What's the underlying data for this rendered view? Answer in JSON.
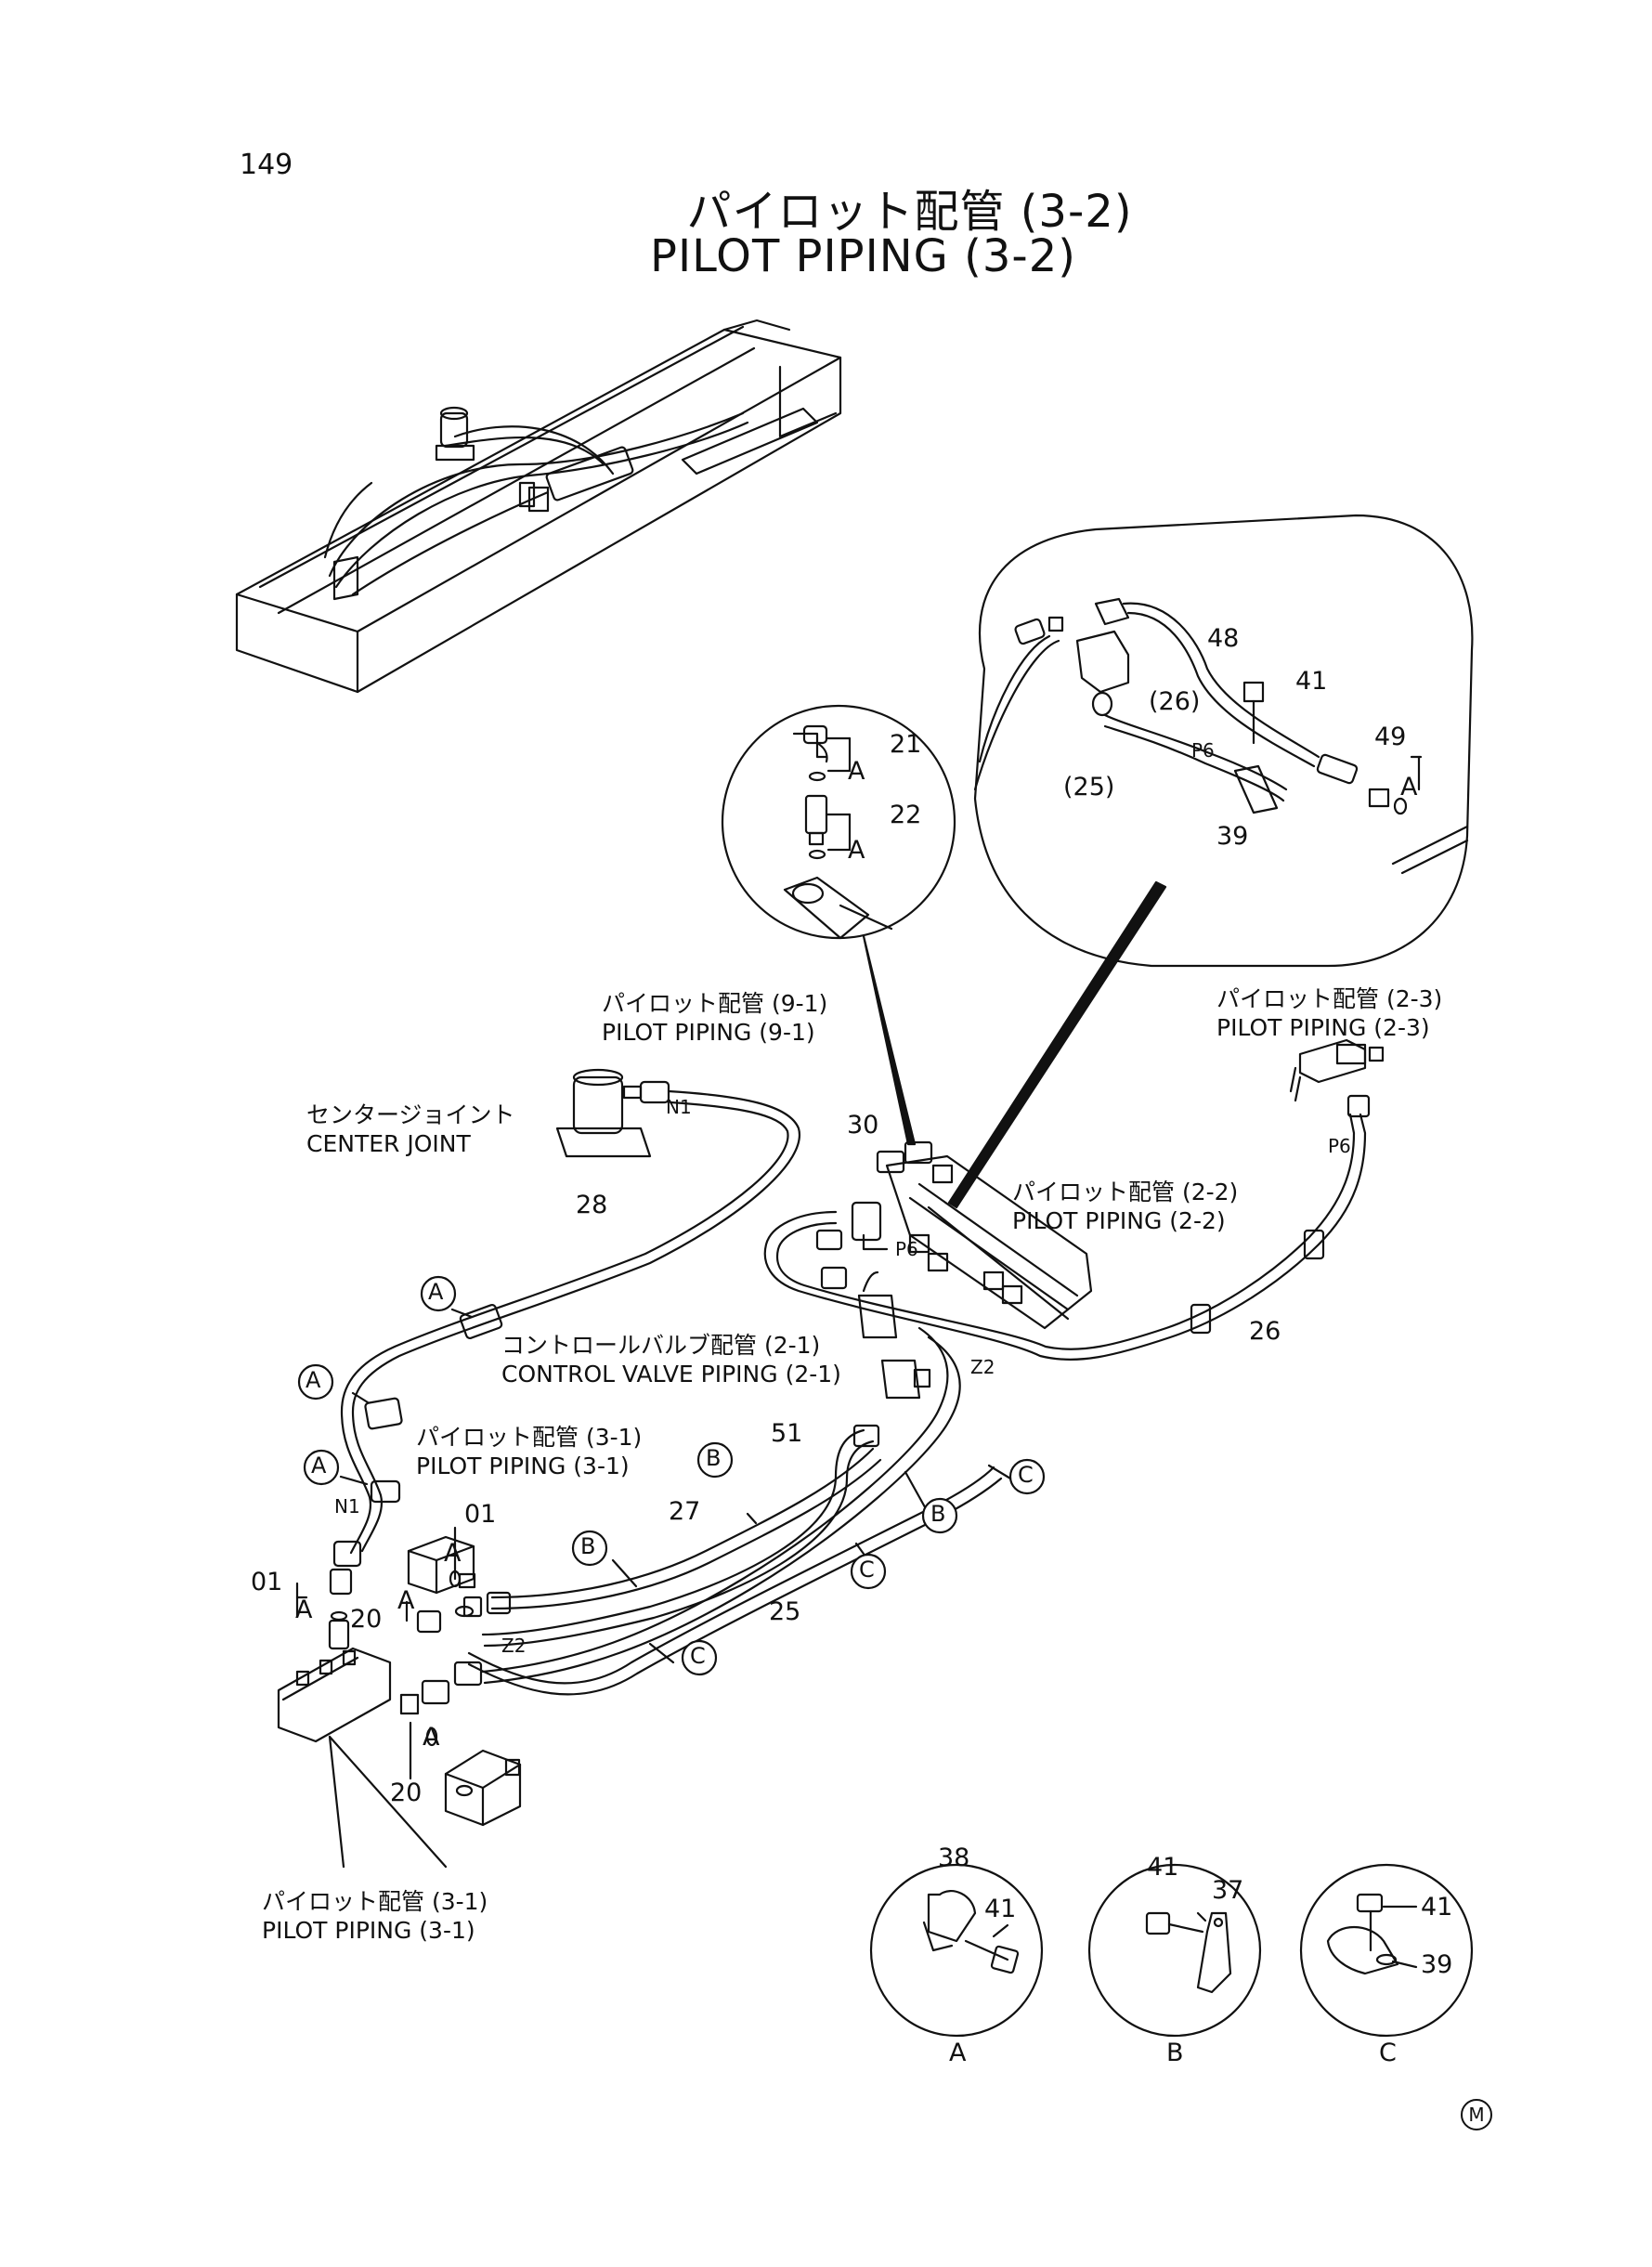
{
  "page": {
    "page_number": "149",
    "title_jp": "パイロット配管 (3-2)",
    "title_en": "PILOT PIPING (3-2)"
  },
  "labels": {
    "pilot_piping_9_1_jp": "パイロット配管 (9-1)",
    "pilot_piping_9_1_en": "PILOT PIPING (9-1)",
    "pilot_piping_2_3_jp": "パイロット配管 (2-3)",
    "pilot_piping_2_3_en": "PILOT PIPING (2-3)",
    "pilot_piping_2_2_jp": "パイロット配管 (2-2)",
    "pilot_piping_2_2_en": "PILOT PIPING (2-2)",
    "center_joint_jp": "センタージョイント",
    "center_joint_en": "CENTER JOINT",
    "control_valve_jp": "コントロールバルブ配管 (2-1)",
    "control_valve_en": "CONTROL VALVE PIPING (2-1)",
    "pilot_piping_3_1_jp": "パイロット配管 (3-1)",
    "pilot_piping_3_1_en": "PILOT PIPING (3-1)",
    "pilot_piping_3_1b_jp": "パイロット配管 (3-1)",
    "pilot_piping_3_1b_en": "PILOT PIPING (3-1)"
  },
  "callouts": {
    "c21": "21",
    "c22": "22",
    "a_detail_1": "A",
    "a_detail_2": "A",
    "c48": "48",
    "c41_top": "41",
    "c26": "(26)",
    "c25": "(25)",
    "p6_top": "P6",
    "c39_top": "39",
    "c49": "49",
    "a_49": "A",
    "n1_top": "N1",
    "c30": "30",
    "p6_mid": "P6",
    "p6_right": "P6",
    "c28": "28",
    "c26_main": "26",
    "z2_top": "Z2",
    "c51": "51",
    "c27": "27",
    "c25_main": "25",
    "z2_bottom": "Z2",
    "n1_left": "N1",
    "c01_left": "01",
    "a_01_left": "A",
    "c01_mid": "01",
    "a_01_mid": "A",
    "c20_mid": "20",
    "a_20_mid": "A",
    "c20_bottom": "20",
    "a_20_bottom": "A"
  },
  "clamp_markers": {
    "a1": "A",
    "a2": "A",
    "a3": "A",
    "b1": "B",
    "b2": "B",
    "b3": "B",
    "c1": "C",
    "c2": "C",
    "c3": "C"
  },
  "detail_views": {
    "view_a": {
      "label": "A",
      "parts": [
        "38",
        "41"
      ]
    },
    "view_b": {
      "label": "B",
      "parts": [
        "41",
        "37"
      ]
    },
    "view_c": {
      "label": "C",
      "parts": [
        "41",
        "39"
      ]
    }
  },
  "footer_mark": "M"
}
